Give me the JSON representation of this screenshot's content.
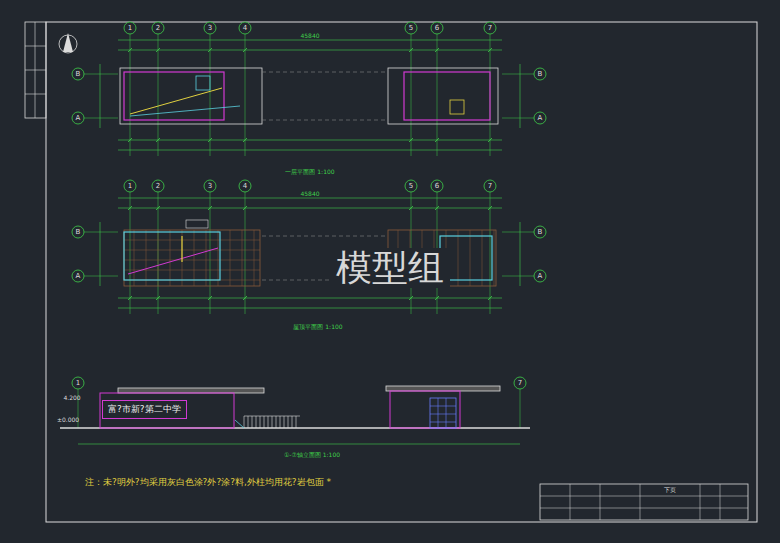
{
  "diagram": {
    "nodes": [
      {
        "text": [
          "富?市新?第二中学"
        ]
      }
    ],
    "labels": [
      "模型组",
      "1",
      "2",
      "3",
      "4",
      "5",
      "6",
      "7",
      "B",
      "A",
      "B",
      "A",
      "45840",
      "一层平面图 1:100",
      "1",
      "2",
      "3",
      "4",
      "5",
      "6",
      "7",
      "B",
      "A",
      "B",
      "A",
      "45840",
      "屋顶平面图 1:100",
      "1",
      "7",
      "①-⑦轴立面图 1:100",
      "±0.000",
      "4.200",
      "注：未?明外?均采用灰白色涂?外?涂?料,外柱均用花?岩包面 *",
      "下页"
    ]
  }
}
